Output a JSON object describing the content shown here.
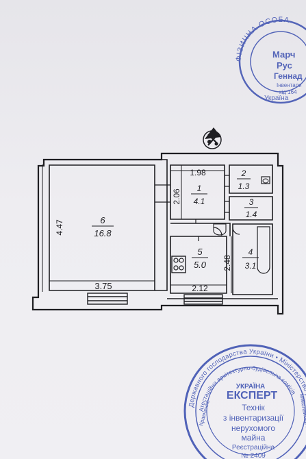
{
  "rooms": [
    {
      "number": "6",
      "area": "16.8"
    },
    {
      "number": "1",
      "area": "4.1"
    },
    {
      "number": "2",
      "area": "1.3"
    },
    {
      "number": "3",
      "area": "1.4"
    },
    {
      "number": "5",
      "area": "5.0"
    },
    {
      "number": "4",
      "area": "3.1"
    }
  ],
  "dimensions": {
    "main_height": "4.47",
    "main_width": "3.75",
    "hall_width": "1.98",
    "hall_height": "2.06",
    "kitchen_height": "2.48",
    "kitchen_width": "2.12"
  },
  "stamp_top": {
    "ring": "ФІЗИЧНА ОСОБА",
    "ring_bottom": "Україна",
    "line1": "Марч",
    "line2": "Рус",
    "line3": "Геннад",
    "line4": "Інвентари",
    "line5": "кід 164"
  },
  "stamp_bottom": {
    "ring": "Державного господарства України • Міністерство регіонального розвитку",
    "ring_inner": "Атестаційна архітектурно-будівельна комісія",
    "country": "УКРАЇНА",
    "title": "ЕКСПЕРТ",
    "line1": "Технік",
    "line2": "з інвентаризації",
    "line3": "нерухомого",
    "line4": "майна",
    "line5": "Реєстраційна",
    "line6": "№ 2409",
    "side_left": "Кравченко",
    "side_right": "Миколайович"
  },
  "colors": {
    "ink": "#1e1e22",
    "stamp": "#3b4fb0",
    "paper": "#ecebef"
  }
}
